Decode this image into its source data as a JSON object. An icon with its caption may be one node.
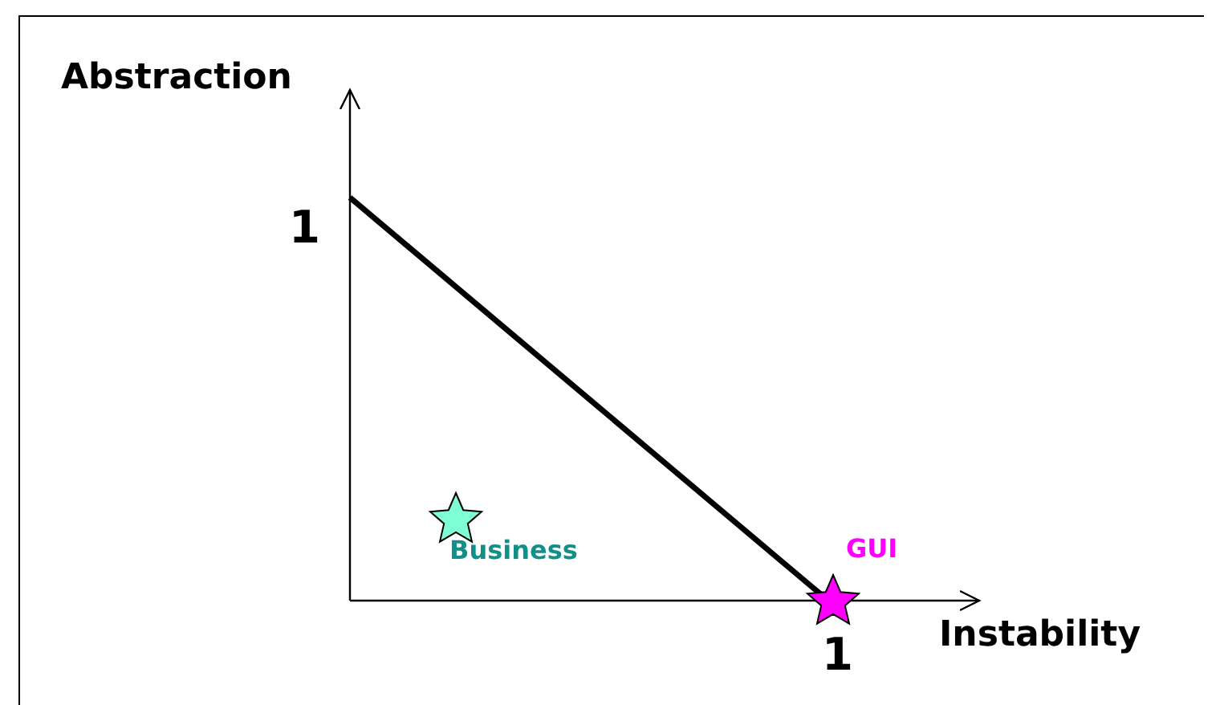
{
  "diagram": {
    "labels": [
      "Abstraction",
      "1",
      "Business",
      "GUI",
      "1",
      "Instability"
    ]
  }
}
